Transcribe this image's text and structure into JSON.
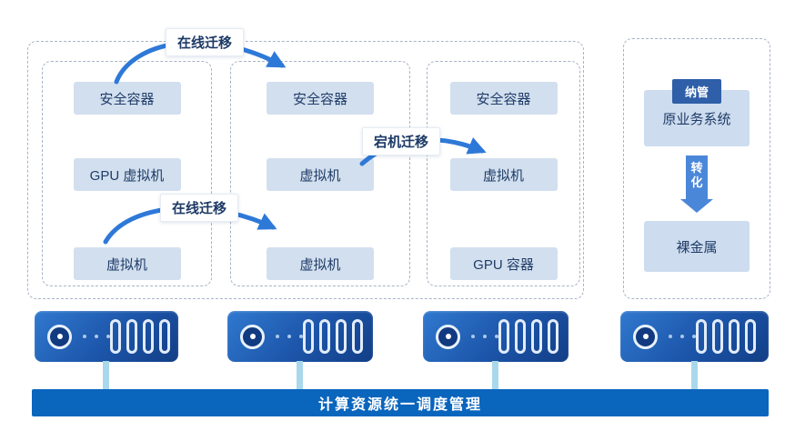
{
  "clusters": {
    "left": {
      "columns": [
        {
          "items": [
            "安全容器",
            "GPU 虚拟机",
            "虚拟机"
          ]
        },
        {
          "items": [
            "安全容器",
            "虚拟机",
            "虚拟机"
          ]
        },
        {
          "items": [
            "安全容器",
            "虚拟机",
            "GPU 容器"
          ]
        }
      ]
    },
    "right": {
      "badge": "纳管",
      "source_box": "原业务系统",
      "transform_label": "转化",
      "target_box": "裸金属"
    }
  },
  "labels": {
    "online_migration_top": "在线迁移",
    "downtime_migration": "宕机迁移",
    "online_migration_bottom": "在线迁移"
  },
  "bottom_bar": {
    "label": "计算资源统一调度管理"
  },
  "colors": {
    "box_fill": "#d2dfee",
    "box_text": "#1f3c68",
    "arrow_blue": "#2e79d8",
    "badge_blue": "#2e5fa8",
    "transform_blue": "#4b87d9",
    "server_gradient_start": "#3079cf",
    "server_gradient_end": "#123e86",
    "bar_blue": "#0a65bd",
    "connector_blue": "#a9d8ec"
  }
}
